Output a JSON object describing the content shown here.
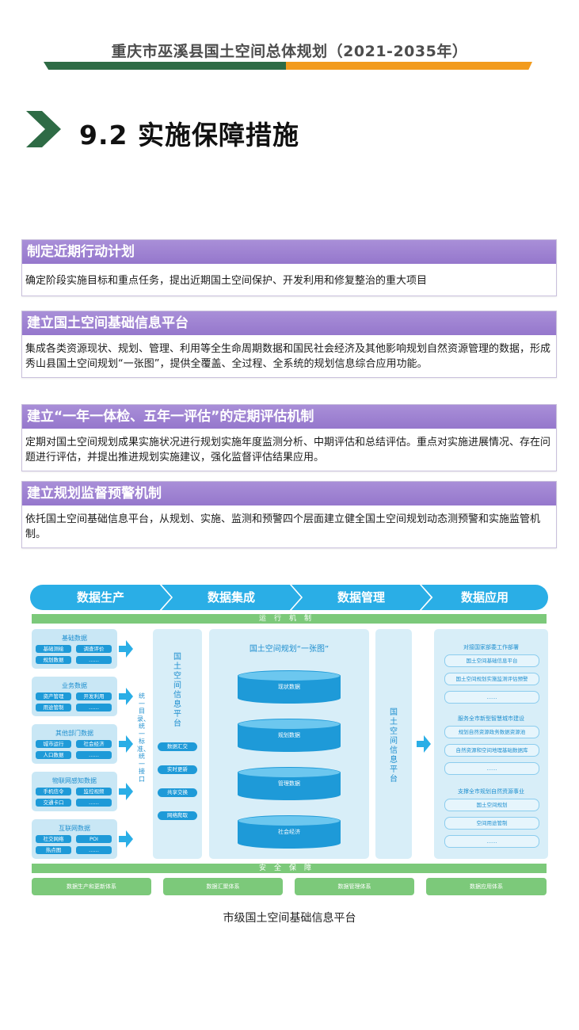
{
  "header": {
    "title": "重庆市巫溪县国土空间总体规划（2021-2035年）"
  },
  "section": {
    "title": "9.2 实施保障措施"
  },
  "cards": [
    {
      "title": "制定近期行动计划",
      "body": "确定阶段实施目标和重点任务，提出近期国土空间保护、开发利用和修复整治的重大项目"
    },
    {
      "title": "建立国土空间基础信息平台",
      "body": "集成各类资源现状、规划、管理、利用等全生命周期数据和国民社会经济及其他影响规划自然资源管理的数据，形成秀山县国土空间规划“一张图”，提供全覆盖、全过程、全系统的规划信息综合应用功能。"
    },
    {
      "title": "建立“一年一体检、五年一评估”的定期评估机制",
      "body": "定期对国土空间规划成果实施状况进行规划实施年度监测分析、中期评估和总结评估。重点对实施进展情况、存在问题进行评估，并提出推进规划实施建议，强化监督评估结果应用。"
    },
    {
      "title": "建立规划监督预警机制",
      "body": "依托国土空间基础信息平台，从规划、实施、监测和预警四个层面建立健全国土空间规划动态测预警和实施监管机制。"
    }
  ],
  "diagram": {
    "phases": [
      "数据生产",
      "数据集成",
      "数据管理",
      "数据应用"
    ],
    "top_bar": "运行机制",
    "bottom_bar": "安全保障",
    "left_groups": [
      {
        "title": "基础数据",
        "chips": [
          "基础测绘",
          "调查评价",
          "规划数据",
          "……"
        ]
      },
      {
        "title": "业务数据",
        "chips": [
          "资产管理",
          "开发利用",
          "用途管制",
          "……"
        ]
      },
      {
        "title": "其他部门数据",
        "chips": [
          "城市运行",
          "社会经济",
          "人口数据",
          "……"
        ]
      },
      {
        "title": "物联网感知数据",
        "chips": [
          "手机信令",
          "监控视频",
          "交通卡口",
          "……"
        ]
      },
      {
        "title": "互联网数据",
        "chips": [
          "社交网络",
          "POI",
          "热点图",
          "……"
        ]
      }
    ],
    "unify_text": "统一目录、统一标准、统一接口",
    "platform_label": "国土空间信息平台",
    "pills": [
      "数据汇交",
      "实时更新",
      "共享交换",
      "网络爬取"
    ],
    "center_title": "国土空间规划“一张图”",
    "cylinders": [
      "现状数据",
      "规划数据",
      "管理数据",
      "社会经济"
    ],
    "right_platform_label": "国土空间信息平台",
    "right_sections": [
      {
        "title": "对接国家部委工作部署",
        "items": [
          "国土空间基础信息平台",
          "国土空间规划实施监测评估预警",
          "……"
        ]
      },
      {
        "title": "服务全市新型智慧城市建设",
        "items": [
          "规划自然资源政务数据资源池",
          "自然资源和空间地理基础数据库",
          "……"
        ]
      },
      {
        "title": "支撑全市规划自然资源事业",
        "items": [
          "国土空间规划",
          "空间用途管制",
          "……"
        ]
      }
    ],
    "bottom_systems": [
      "数据生产和更新体系",
      "数据汇聚体系",
      "数据管理体系",
      "数据应用体系"
    ]
  },
  "caption": "市级国土空间基础信息平台"
}
